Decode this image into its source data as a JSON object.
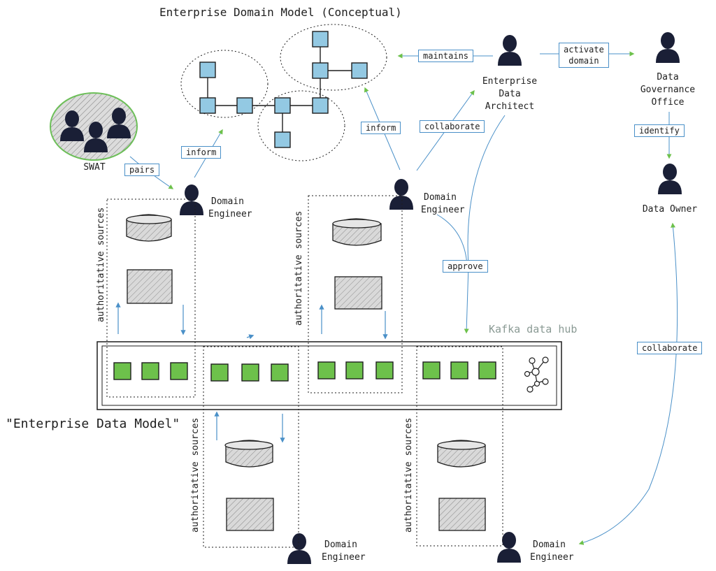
{
  "title": "Enterprise Domain Model (Conceptual)",
  "enterprise_data_model": "\"Enterprise Data Model\"",
  "kafka": "Kafka data hub",
  "actors": {
    "swat": "SWAT",
    "enterprise_data_architect": [
      "Enterprise",
      "Data",
      "Architect"
    ],
    "data_governance_office": [
      "Data",
      "Governance",
      "Office"
    ],
    "data_owner": "Data Owner",
    "domain_engineer": [
      "Domain",
      "Engineer"
    ]
  },
  "relations": {
    "maintains": "maintains",
    "activate_domain": [
      "activate",
      "domain"
    ],
    "inform_left": "inform",
    "inform_right": "inform",
    "collaborate_top": "collaborate",
    "pairs": "pairs",
    "identify": "identify",
    "approve": "approve",
    "collaborate_right": "collaborate"
  },
  "authoritative_sources": "authoritative sources",
  "colors": {
    "domain_node": "#93c9e3",
    "topic": "#6dc14b",
    "arrow": "#4a90c8",
    "person": "#1a1f36",
    "swat_circle": "#6dbf59",
    "storage_fill": "#d9d9d9"
  }
}
